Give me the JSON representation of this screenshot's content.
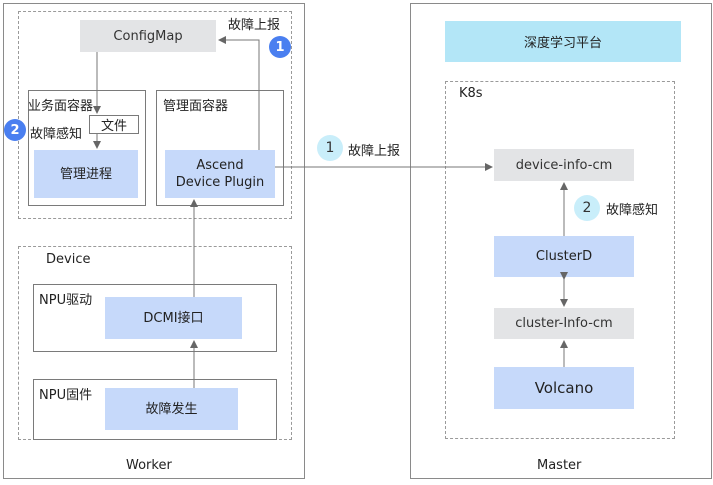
{
  "worker": {
    "footer": "Worker",
    "configmap": "ConfigMap",
    "fault_report": "故障上报",
    "badge_report": "1",
    "business_container": "业务面容器",
    "badge_sense": "2",
    "fault_sense": "故障感知",
    "file": "文件",
    "mgmt_process": "管理进程",
    "mgmt_container": "管理面容器",
    "ascend_plugin": "Ascend Device Plugin",
    "device": "Device",
    "npu_driver": "NPU驱动",
    "dcmi": "DCMI接口",
    "npu_firmware": "NPU固件",
    "fault_occur": "故障发生"
  },
  "link": {
    "badge": "1",
    "label": "故障上报"
  },
  "master": {
    "footer": "Master",
    "platform": "深度学习平台",
    "k8s": "K8s",
    "device_info_cm": "device-info-cm",
    "badge": "2",
    "fault_sense": "故障感知",
    "clusterd": "ClusterD",
    "cluster_info_cm": "cluster-Info-cm",
    "volcano": "Volcano"
  },
  "colors": {
    "badge_solid": "#4a7ff0",
    "badge_light": "#c9eefa",
    "blue_box": "#c6d9fa",
    "gray_box": "#e3e4e6",
    "platform": "#b3e6f7"
  }
}
